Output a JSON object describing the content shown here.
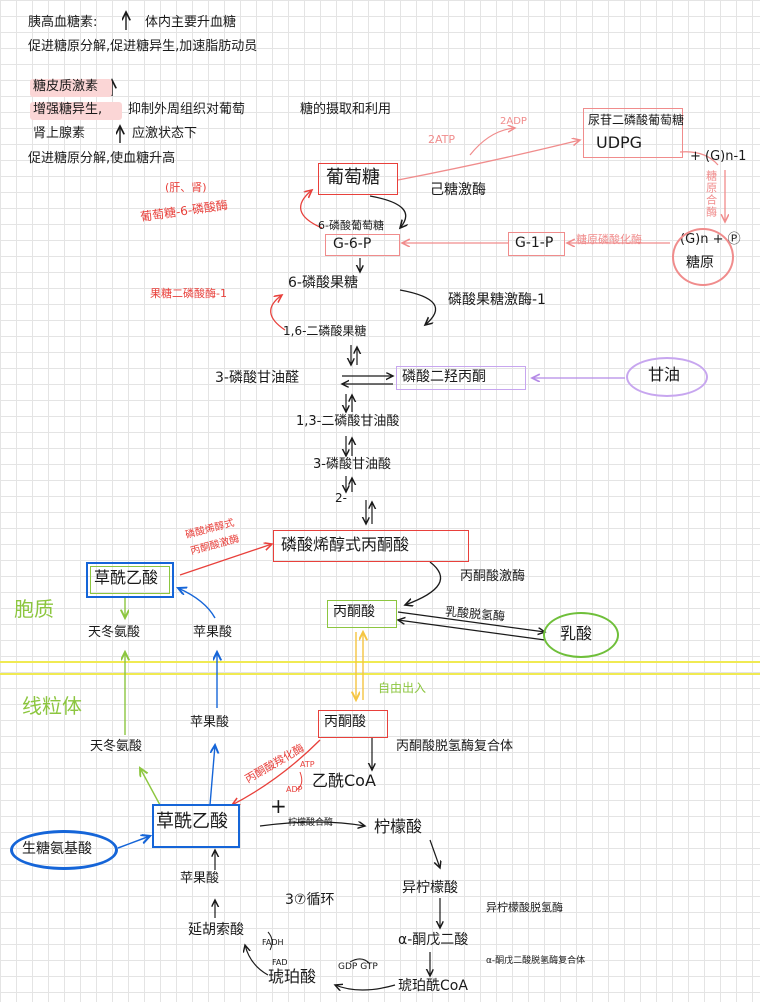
{
  "hormones": {
    "glucagon_line1": "胰高血糖素:",
    "glucagon_line1b": "体内主要升血糖",
    "glucagon_line2": "促进糖原分解,促进糖异生,加速脂肪动员",
    "cortisol_line1": "糖皮质激素",
    "cortisol_line2a": "增强糖异生,",
    "cortisol_line2b": "抑制外周组织对葡萄",
    "cortisol_line2c": "糖的摄取和利用",
    "epinephrine_line1": "肾上腺素",
    "epinephrine_line1b": "应激状态下",
    "epinephrine_line2": "促进糖原分解,使血糖升高"
  },
  "glycogen": {
    "udpg": "尿苷二磷酸葡萄糖\nUDPG",
    "atp": "2ATP",
    "adp": "2ADP",
    "gn1": "+ (G)n-1",
    "synthase": "糖原合酶",
    "gn_p": "(G)n + Ⓟ",
    "glycogen": "糖原",
    "phosphorylase": "糖原磷酸化酶"
  },
  "glycolysis": {
    "glucose": "葡萄糖",
    "liver_kidney": "(肝、肾)",
    "g6pase": "葡萄糖-6-磷酸酶",
    "isomerase": "己糖激酶",
    "g6p_name": "6-磷酸葡萄糖",
    "g6p": "G-6-P",
    "g1p": "G-1-P",
    "f6p": "6-磷酸果糖",
    "fbpase": "果糖二磷酸酶-1",
    "pfk": "磷酸果糖激酶-1",
    "f16bp": "1,6-二磷酸果糖",
    "g3p": "3-磷酸甘油醛",
    "dhap": "磷酸二羟丙酮",
    "glycerol": "甘油",
    "bpg13": "1,3-二磷酸甘油酸",
    "pg3": "3-磷酸甘油酸",
    "pg2": "2-",
    "pep": "磷酸烯醇式丙酮酸",
    "pepck": "磷酸烯醇式\n丙酮酸激酶",
    "pk": "丙酮酸激酶",
    "pyruvate": "丙酮酸",
    "ldh": "乳酸脱氢酶",
    "lactate": "乳酸"
  },
  "cytoplasm": {
    "label": "胞质",
    "oxaloacetate": "草酰乙酸",
    "aspartate": "天冬氨酸",
    "malate": "苹果酸"
  },
  "mitochondria": {
    "label": "线粒体",
    "transport": "自由出入",
    "pyruvate": "丙酮酸",
    "pdh": "丙酮酸脱氢酶复合体",
    "pc": "丙酮酸羧化酶",
    "atp": "ATP",
    "adp": "ADP",
    "acetyl_coa": "乙酰CoA",
    "oxaloacetate": "草酰乙酸",
    "aspartate": "天冬氨酸",
    "malate_up": "苹果酸",
    "glucogenic_aa": "生糖氨基酸",
    "plus": "+",
    "citrate_synthase": "柠檬酸合酶",
    "citrate": "柠檬酸",
    "isocitrate": "异柠檬酸",
    "icdh": "异柠檬酸脱氢酶",
    "akg": "α-酮戊二酸",
    "akgdh": "α-酮戊二酸脱氢酶复合体",
    "succinyl_coa": "琥珀酰CoA",
    "gdp_gtp": "GDP GTP",
    "succinate": "琥珀酸",
    "fad": "FAD",
    "fadh": "FADH",
    "fumarate": "延胡索酸",
    "malate": "苹果酸",
    "cycle": "3⑦循环"
  }
}
